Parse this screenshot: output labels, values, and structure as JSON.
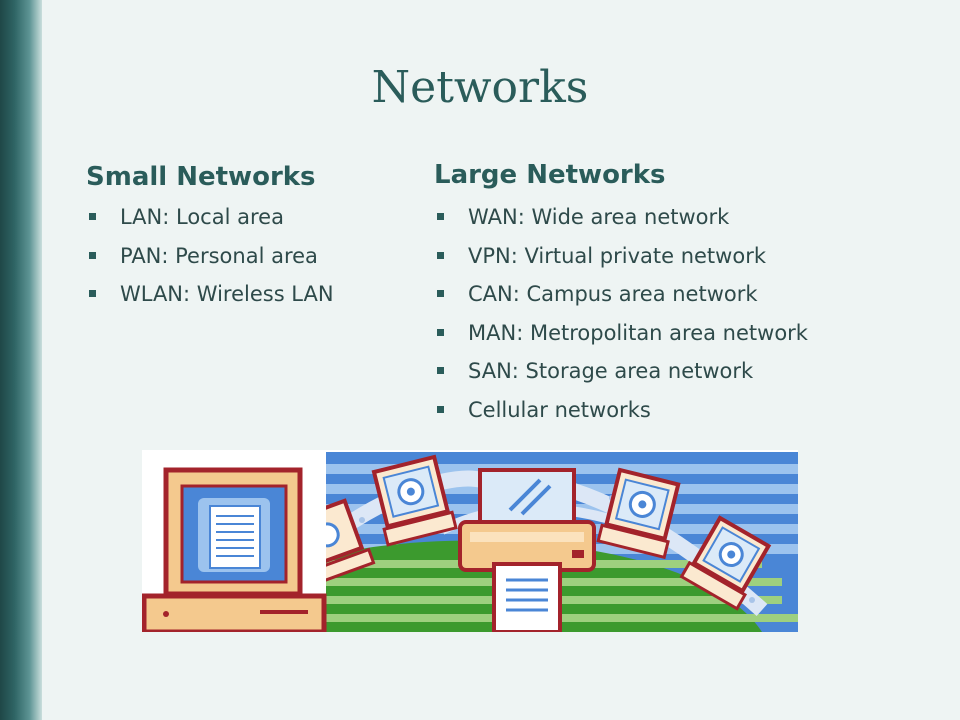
{
  "slide": {
    "title": "Networks",
    "small": {
      "heading": "Small Networks",
      "items": [
        "LAN: Local area",
        "PAN: Personal area",
        "WLAN: Wireless LAN"
      ]
    },
    "large": {
      "heading": "Large Networks",
      "items": [
        "WAN: Wide area network",
        "VPN: Virtual private network",
        "CAN: Campus area network",
        "MAN: Metropolitan area network",
        "SAN: Storage area network",
        "Cellular networks"
      ]
    }
  },
  "colors": {
    "title": "#2a5c5a",
    "background": "#eef4f3",
    "band": "#2f6565",
    "clipart_frame": "#a3232b",
    "clipart_sky": "#4a86d6",
    "clipart_grass": "#3c9a2e"
  },
  "clipart": {
    "icon": "network-computers-clipart"
  }
}
